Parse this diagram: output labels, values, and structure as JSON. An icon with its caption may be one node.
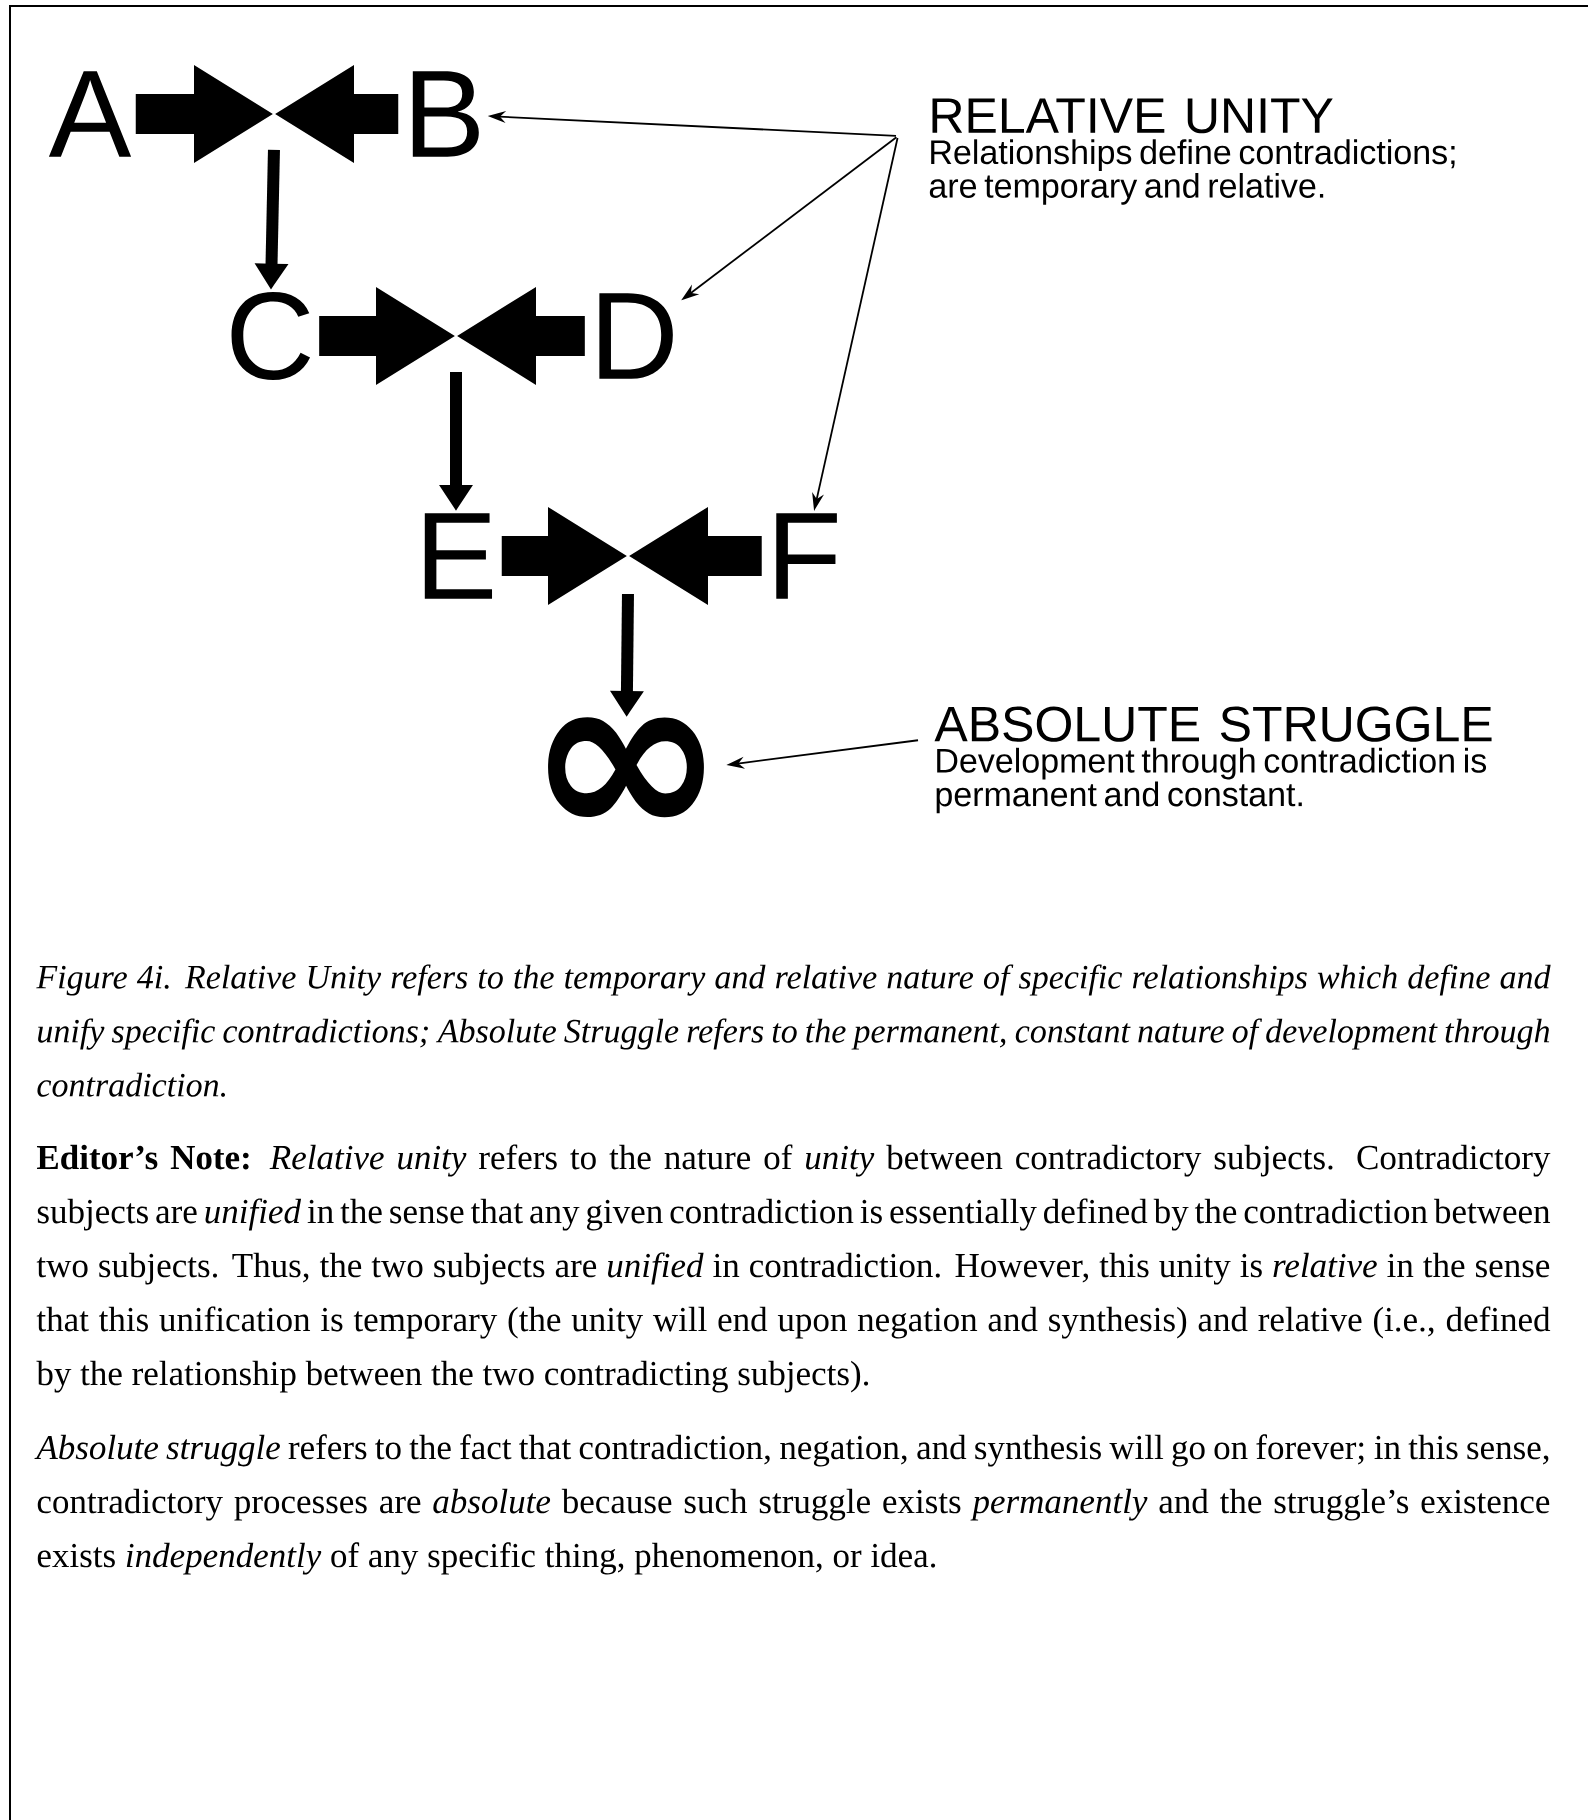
{
  "diagram": {
    "caption": "Figure 4i. Relative Unity refers to the temporary and relative nature of specific relationships which define and unify specific contradictions; Absolute Struggle refers to the permanent, constant nature of development through contradiction.",
    "nodes": [
      {
        "text": [
          "A"
        ]
      },
      {
        "text": [
          "B"
        ]
      },
      {
        "text": [
          "C"
        ]
      },
      {
        "text": [
          "D"
        ]
      },
      {
        "text": [
          "E"
        ]
      },
      {
        "text": [
          "F"
        ]
      },
      {
        "text": [
          "∞"
        ]
      },
      {
        "text": [
          "RELATIVE UNITY",
          "Relationships define contradictions; are temporary and relative."
        ]
      },
      {
        "text": [
          "ABSOLUTE STRUGGLE",
          "Development through contradiction is permanent and constant."
        ]
      }
    ],
    "edges": [
      {
        "from": 0,
        "to": null,
        "arrow": "to",
        "style": "thick"
      },
      {
        "from": 1,
        "to": null,
        "arrow": "to",
        "style": "thick"
      },
      {
        "from": null,
        "to": 2,
        "arrow": "to"
      },
      {
        "from": 2,
        "to": null,
        "arrow": "to",
        "style": "thick"
      },
      {
        "from": 3,
        "to": null,
        "arrow": "to",
        "style": "thick"
      },
      {
        "from": null,
        "to": 4,
        "arrow": "to"
      },
      {
        "from": 4,
        "to": null,
        "arrow": "to",
        "style": "thick"
      },
      {
        "from": 5,
        "to": null,
        "arrow": "to",
        "style": "thick"
      },
      {
        "from": null,
        "to": 6,
        "arrow": "to"
      },
      {
        "from": 7,
        "to": 1,
        "arrow": "to"
      },
      {
        "from": 7,
        "to": 3,
        "arrow": "to"
      },
      {
        "from": 7,
        "to": 5,
        "arrow": "to"
      },
      {
        "from": 8,
        "to": 6,
        "arrow": "to"
      }
    ],
    "labels": [
      "**Editor’s Note:** *Relative unity* refers to the nature of *unity* between contradictory subjects. Contradictory subjects are *unified* in the sense that any given contradiction is essentially defined by the contradiction between two subjects. Thus, the two subjects are *unified* in contradiction. However, this unity is *relative* in the sense that this unification is temporary (the unity will end upon negation and synthesis) and relative (i.e., defined by the relationship between the two contradicting subjects).",
      "*Absolute struggle* refers to the fact that contradiction, negation, and synthesis will go on forever; in this sense, contradictory processes are *absolute* because such struggle exists *permanently* and the struggle’s existence exists *independently* of any specific thing, phenomenon, or idea."
    ]
  }
}
